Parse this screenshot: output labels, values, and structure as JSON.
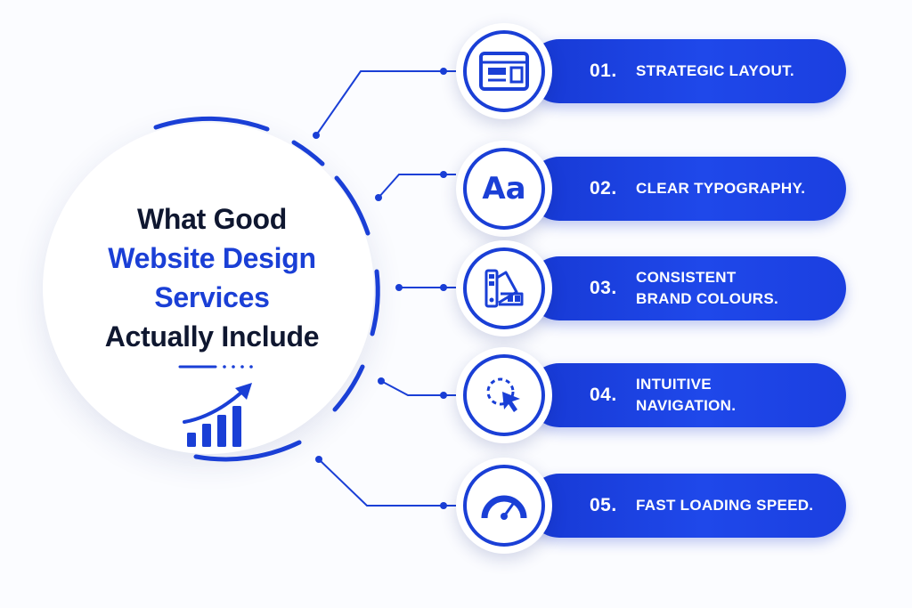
{
  "hub": {
    "title_line1": "What Good",
    "title_line2": "Website Design",
    "title_line3": "Services",
    "title_line4": "Actually Include"
  },
  "items": [
    {
      "number": "01.",
      "label": "STRATEGIC LAYOUT.",
      "icon": "layout-icon"
    },
    {
      "number": "02.",
      "label": "CLEAR TYPOGRAPHY.",
      "icon": "typography-icon",
      "glyph": "Aa"
    },
    {
      "number": "03.",
      "label": "CONSISTENT BRAND COLOURS.",
      "label_line1": "CONSISTENT",
      "label_line2": "BRAND COLOURS.",
      "icon": "color-palette-icon"
    },
    {
      "number": "04.",
      "label": "INTUITIVE NAVIGATION.",
      "label_line1": "INTUITIVE",
      "label_line2": "NAVIGATION.",
      "icon": "cursor-click-icon"
    },
    {
      "number": "05.",
      "label": "FAST LOADING SPEED.",
      "icon": "speedometer-icon"
    }
  ],
  "colors": {
    "accent": "#1a3fd6",
    "dark_text": "#0f1730",
    "background": "#fbfcff"
  }
}
